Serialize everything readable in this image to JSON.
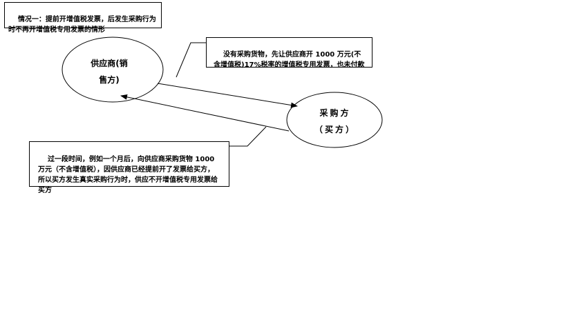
{
  "title_box": {
    "text": "情况一：提前开增值税发票，后发生采购行为时不再开增值税专用发票的情形"
  },
  "supplier": {
    "line1": "供应商(销",
    "line2": "售方)"
  },
  "buyer": {
    "line1": "采购方",
    "line2": "（买方）"
  },
  "note_top": {
    "text": "没有采购货物，先让供应商开 1000 万元(不含增值税)17%税率的增值税专用发票，也未付款"
  },
  "note_bottom": {
    "text": "过一段时间，例如一个月后，向供应商采购货物 1000 万元（不含增值税），因供应商已经提前开了发票给买方，所以买方发生真实采购行为时，供应不开增值税专用发票给买方"
  }
}
